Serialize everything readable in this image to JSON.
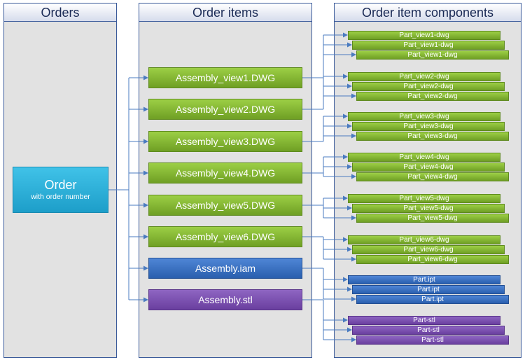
{
  "columns": {
    "orders": "Orders",
    "order_items": "Order items",
    "components": "Order item components"
  },
  "order": {
    "title": "Order",
    "subtitle": "with order number"
  },
  "items": [
    {
      "label": "Assembly_view1.DWG",
      "color": "#8bc13a"
    },
    {
      "label": "Assembly_view2.DWG",
      "color": "#8bc13a"
    },
    {
      "label": "Assembly_view3.DWG",
      "color": "#8bc13a"
    },
    {
      "label": "Assembly_view4.DWG",
      "color": "#8bc13a"
    },
    {
      "label": "Assembly_view5.DWG",
      "color": "#8bc13a"
    },
    {
      "label": "Assembly_view6.DWG",
      "color": "#8bc13a"
    },
    {
      "label": "Assembly.iam",
      "color": "#3a72c4"
    },
    {
      "label": "Assembly.stl",
      "color": "#7a4fb0"
    }
  ],
  "components": [
    [
      "Part_view1-dwg",
      "Part_view1-dwg",
      "Part_view1-dwg"
    ],
    [
      "Part_view2-dwg",
      "Part_view2-dwg",
      "Part_view2-dwg"
    ],
    [
      "Part_view3-dwg",
      "Part_view3-dwg",
      "Part_view3-dwg"
    ],
    [
      "Part_view4-dwg",
      "Part_view4-dwg",
      "Part_view4-dwg"
    ],
    [
      "Part_view5-dwg",
      "Part_view5-dwg",
      "Part_view5-dwg"
    ],
    [
      "Part_view6-dwg",
      "Part_view6-dwg",
      "Part_view6-dwg"
    ],
    [
      "Part.ipt",
      "Part.ipt",
      "Part.ipt"
    ],
    [
      "Part-stl",
      "Part-stl",
      "Part-stl"
    ]
  ],
  "colors": {
    "green": "#8bc13a",
    "blue": "#3a72c4",
    "purple": "#7a4fb0",
    "order": "#2eb2dc",
    "connector": "#4a7bc0"
  }
}
